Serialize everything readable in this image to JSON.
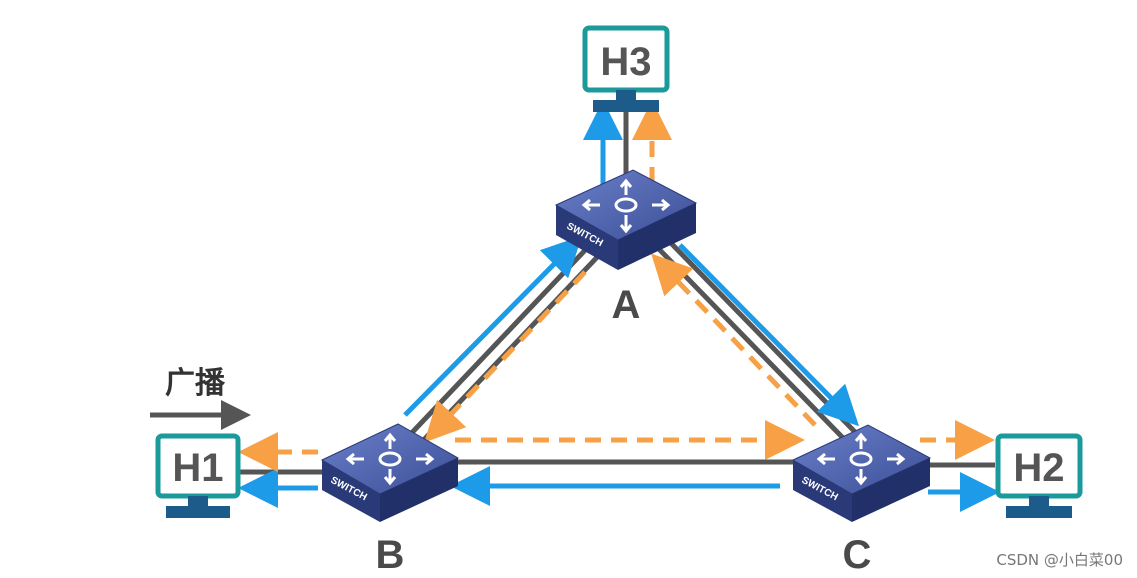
{
  "hosts": {
    "h1": {
      "label": "H1"
    },
    "h2": {
      "label": "H2"
    },
    "h3": {
      "label": "H3"
    }
  },
  "switches": {
    "a": {
      "label": "A",
      "device_text": "SWITCH"
    },
    "b": {
      "label": "B",
      "device_text": "SWITCH"
    },
    "c": {
      "label": "C",
      "device_text": "SWITCH"
    }
  },
  "broadcast": {
    "label": "广播"
  },
  "watermark": "CSDN @小白菜00",
  "colors": {
    "cable": "#555555",
    "blue_flow": "#1e9be8",
    "orange_flow": "#f7a045",
    "host_border": "#1a9a9a",
    "switch_top": "#4a5fa8",
    "switch_side": "#2a3a78"
  }
}
